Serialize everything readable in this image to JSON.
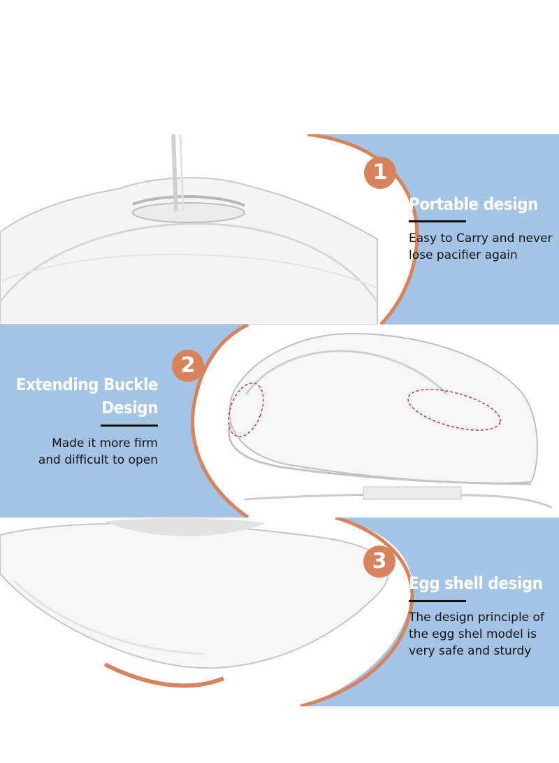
{
  "colors": {
    "panel_blue": "#a3c4e4",
    "accent_orange": "#d9825c",
    "title_white": "#ffffff",
    "text_dark": "#111111"
  },
  "features": [
    {
      "number": "1",
      "title": "Portable design",
      "description_lines": [
        "Easy to Carry and never",
        "lose pacifier again"
      ]
    },
    {
      "number": "2",
      "title_lines": [
        "Extending Buckle",
        "Design"
      ],
      "description_lines": [
        "Made it more firm",
        "and difficult to open"
      ]
    },
    {
      "number": "3",
      "title": "Egg shell design",
      "description_lines": [
        "The design principle of",
        "the egg shel model is",
        "very safe and sturdy"
      ]
    }
  ]
}
